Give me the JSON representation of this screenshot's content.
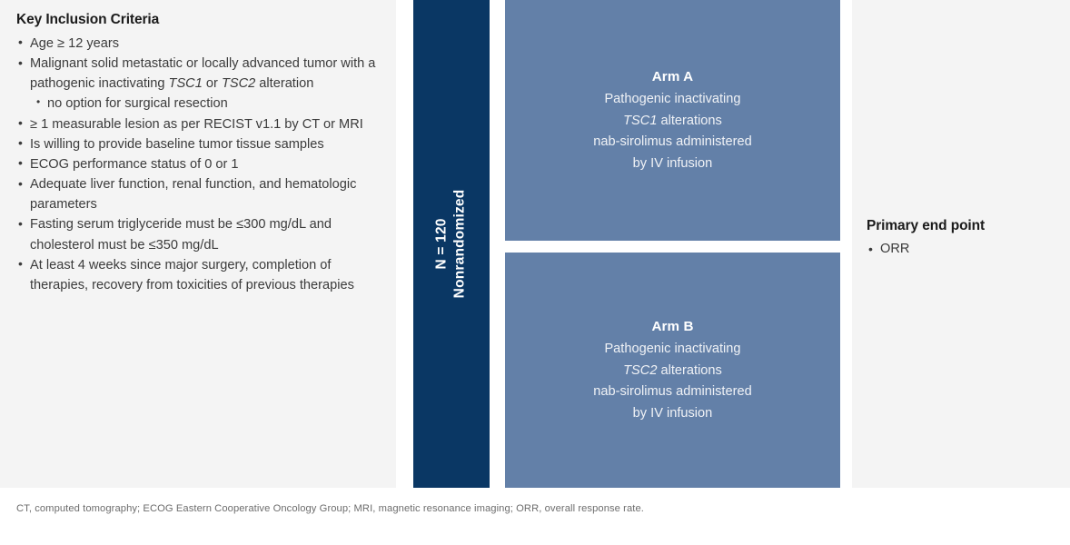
{
  "colors": {
    "panel_background": "#f4f4f4",
    "enrollment_bar": "#0a3764",
    "arm_box": "#6380a8",
    "page_background": "#ffffff",
    "body_text": "#3b3b3b",
    "heading_text": "#1b1b1b",
    "footnote_text": "#6d6d6d"
  },
  "criteria": {
    "heading": "Key Inclusion Criteria",
    "items": [
      {
        "text": "Age ≥ 12 years",
        "level": 1
      },
      {
        "text": "Malignant solid metastatic or locally advanced tumor with a pathogenic inactivating TSC1 or TSC2 alteration",
        "level": 1,
        "italic_terms": [
          "TSC1",
          "TSC2"
        ]
      },
      {
        "text": "no option for surgical resection",
        "level": 2
      },
      {
        "text": "≥ 1 measurable lesion as per RECIST v1.1 by CT or MRI",
        "level": 1
      },
      {
        "text": "Is willing to provide baseline tumor tissue samples",
        "level": 1
      },
      {
        "text": "ECOG performance status of 0 or 1",
        "level": 1
      },
      {
        "text": "Adequate liver function, renal function, and hematologic parameters",
        "level": 1
      },
      {
        "text": "Fasting serum triglyceride must be ≤300 mg/dL and cholesterol must be ≤350 mg/dL",
        "level": 1
      },
      {
        "text": "At least 4 weeks since major surgery, completion of therapies, recovery from toxicities of previous therapies",
        "level": 1
      }
    ]
  },
  "enrollment": {
    "line1": "N = 120",
    "line2": "Nonrandomized",
    "rotation_degrees": -90
  },
  "arms": [
    {
      "id": "arm-a",
      "title": "Arm A",
      "lines": [
        "Pathogenic inactivating",
        "TSC1 alterations",
        "nab-sirolimus administered",
        "by IV infusion"
      ],
      "italic_gene": "TSC1"
    },
    {
      "id": "arm-b",
      "title": "Arm B",
      "lines": [
        "Pathogenic inactivating",
        "TSC2 alterations",
        "nab-sirolimus administered",
        "by IV infusion"
      ],
      "italic_gene": "TSC2"
    }
  ],
  "endpoint": {
    "heading": "Primary end point",
    "items": [
      "ORR"
    ]
  },
  "footnote": "CT, computed tomography; ECOG Eastern Cooperative Oncology Group; MRI, magnetic resonance imaging; ORR, overall response rate."
}
